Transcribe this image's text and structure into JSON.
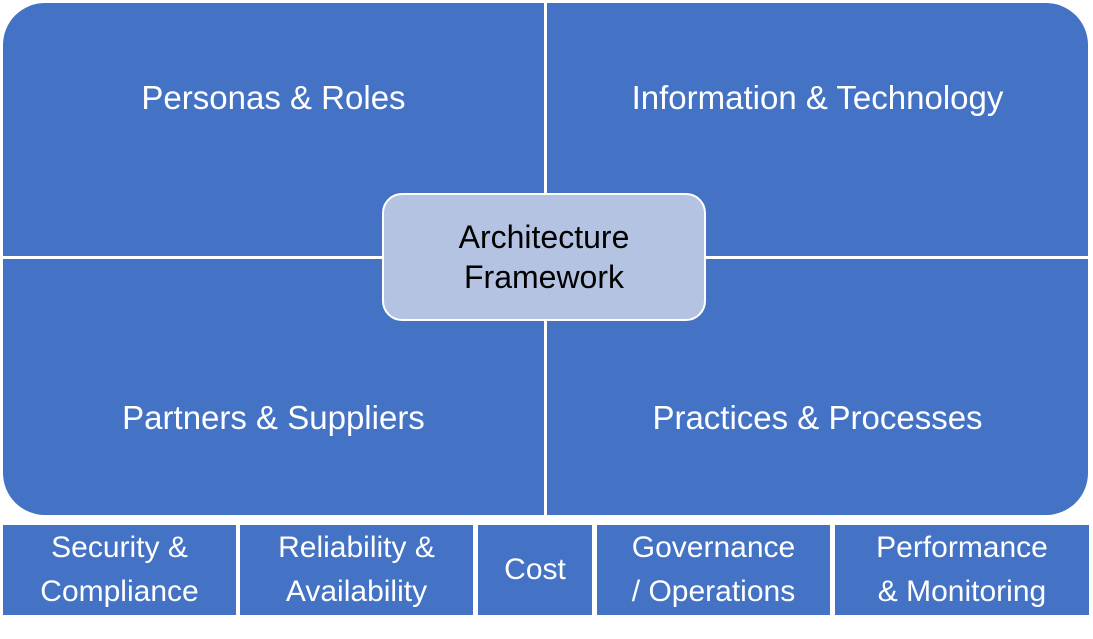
{
  "colors": {
    "quadrant": "#4472c4",
    "center": "#b4c3e2",
    "pillar": "#4472c4",
    "divider": "#ffffff"
  },
  "quadrants": [
    {
      "label": "Personas & Roles"
    },
    {
      "label": "Information & Technology"
    },
    {
      "label": "Partners & Suppliers"
    },
    {
      "label": "Practices & Processes"
    }
  ],
  "center": {
    "line1": "Architecture",
    "line2": "Framework"
  },
  "pillars": [
    {
      "line1": "Security &",
      "line2": "Compliance"
    },
    {
      "line1": "Reliability &",
      "line2": "Availability"
    },
    {
      "line1": "Cost"
    },
    {
      "line1": "Governance",
      "line2": "/ Operations"
    },
    {
      "line1": "Performance",
      "line2": "& Monitoring"
    }
  ]
}
